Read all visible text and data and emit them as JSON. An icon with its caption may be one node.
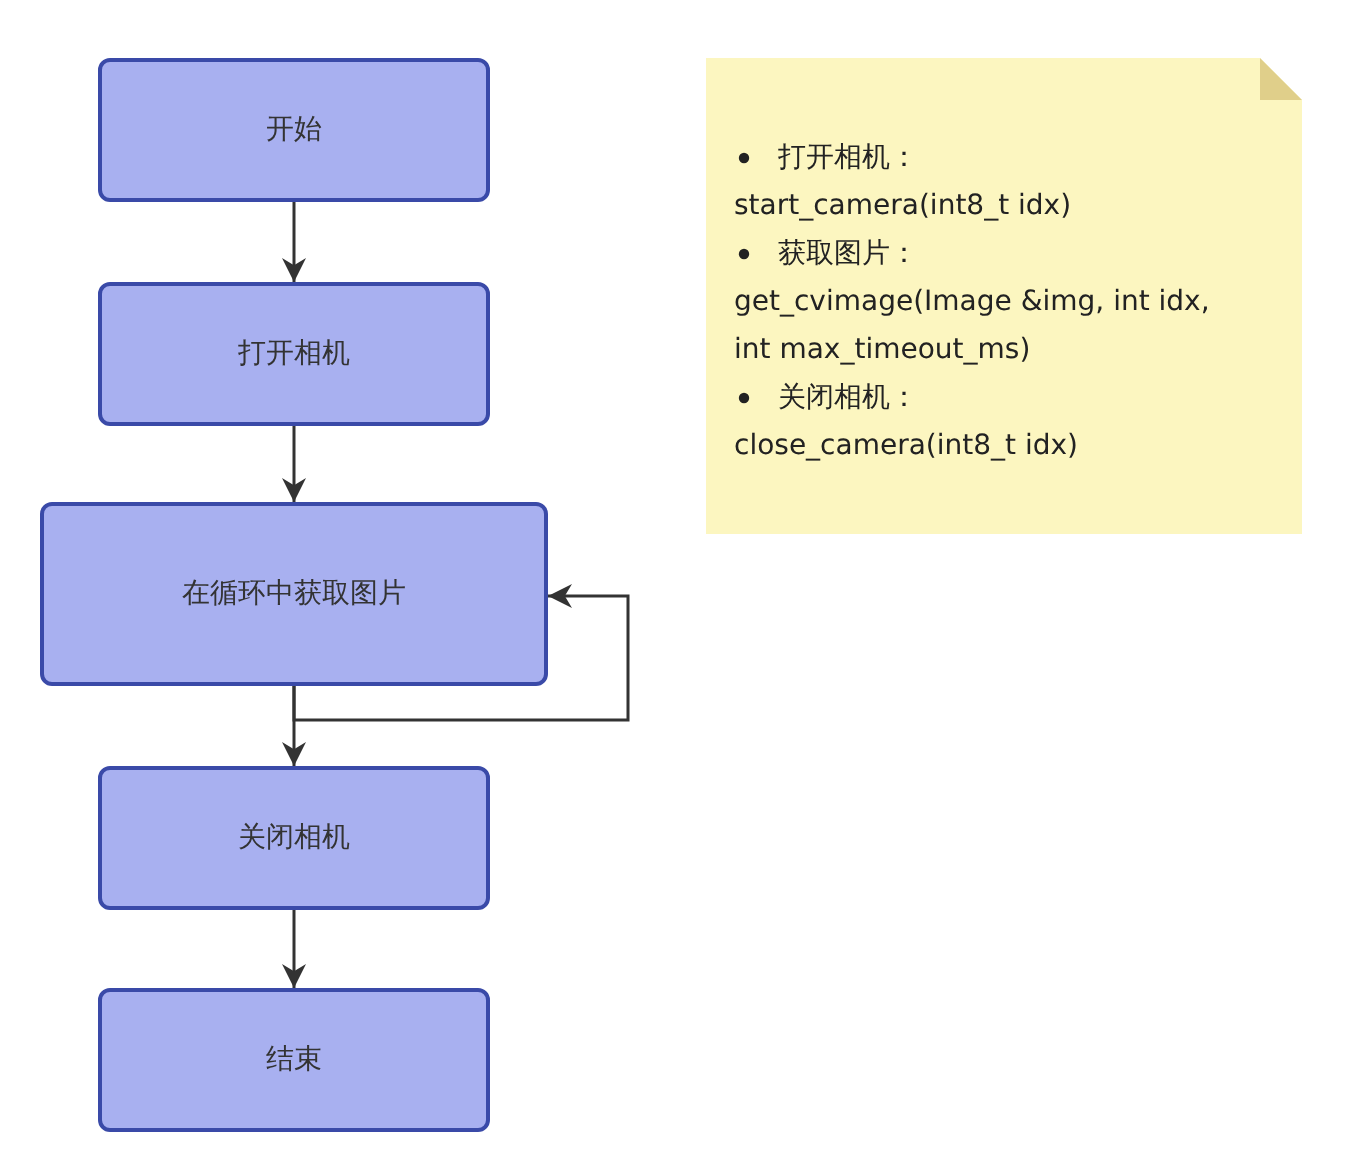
{
  "diagram": {
    "nodes": [
      {
        "text": [
          "开始"
        ]
      },
      {
        "text": [
          "打开相机"
        ]
      },
      {
        "text": [
          "在循环中获取图片"
        ]
      },
      {
        "text": [
          "关闭相机"
        ]
      },
      {
        "text": [
          "结束"
        ]
      },
      {
        "text": [
          "打开相机：",
          "start_camera(int8_t idx)",
          "获取图片：",
          "get_cvimage(Image &img, int idx, int max_timeout_ms)",
          "关闭相机：",
          "close_camera(int8_t idx)"
        ]
      }
    ],
    "edges": [
      {
        "from": 0,
        "to": 1,
        "arrow": "to"
      },
      {
        "from": 1,
        "to": 2,
        "arrow": "to"
      },
      {
        "from": 2,
        "to": 3,
        "arrow": "to"
      },
      {
        "from": 2,
        "to": 2,
        "arrow": "to"
      },
      {
        "from": 3,
        "to": 4,
        "arrow": "to"
      }
    ]
  }
}
